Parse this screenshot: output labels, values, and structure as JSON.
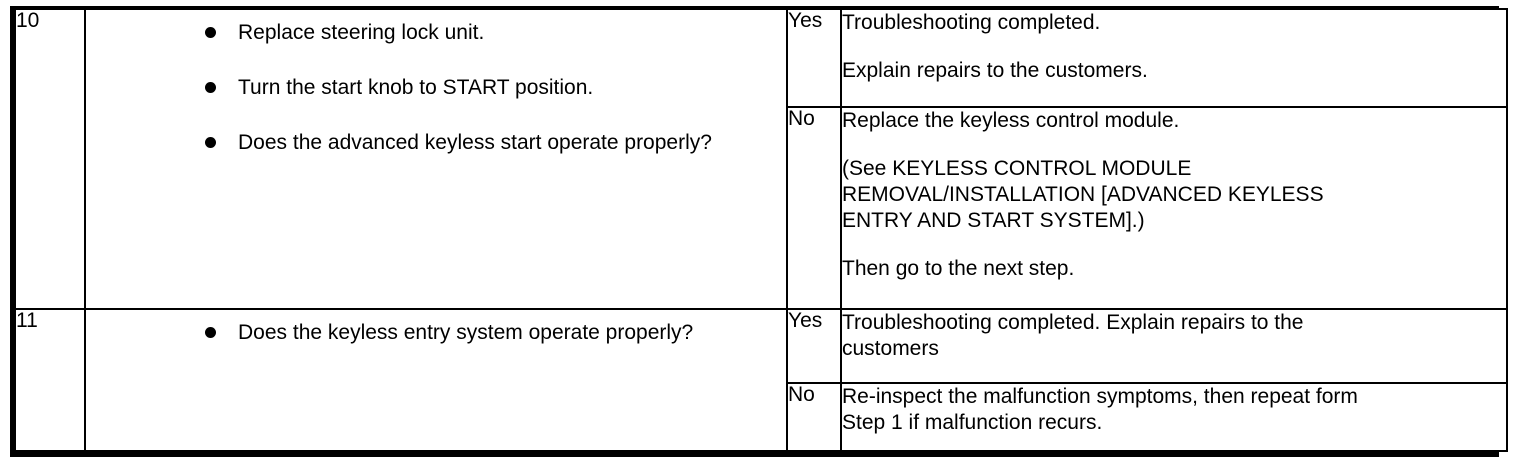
{
  "document": {
    "type": "troubleshooting-table",
    "colors": {
      "text": "#000000",
      "background": "#ffffff",
      "rule": "#000000"
    }
  },
  "table": {
    "rows": [
      {
        "step": "10",
        "instructions": [
          "Replace steering lock unit.",
          "Turn the start knob to START position.",
          "Does the advanced keyless start operate properly?"
        ],
        "results": [
          {
            "answer": "Yes",
            "paragraphs": [
              [
                "Troubleshooting completed."
              ],
              [
                "Explain repairs to the customers."
              ]
            ]
          },
          {
            "answer": "No",
            "paragraphs": [
              [
                "Replace the keyless control module."
              ],
              [
                "(See KEYLESS CONTROL MODULE",
                "REMOVAL/INSTALLATION [ADVANCED KEYLESS",
                "ENTRY AND START SYSTEM].)"
              ],
              [
                "Then go to the next step."
              ]
            ]
          }
        ]
      },
      {
        "step": "11",
        "instructions": [
          "Does the keyless entry system operate properly?"
        ],
        "results": [
          {
            "answer": "Yes",
            "paragraphs": [
              [
                "Troubleshooting completed. Explain repairs to the",
                "customers"
              ]
            ]
          },
          {
            "answer": "No",
            "paragraphs": [
              [
                "Re-inspect the malfunction symptoms, then repeat form",
                "Step 1 if malfunction recurs."
              ]
            ]
          }
        ]
      }
    ]
  }
}
